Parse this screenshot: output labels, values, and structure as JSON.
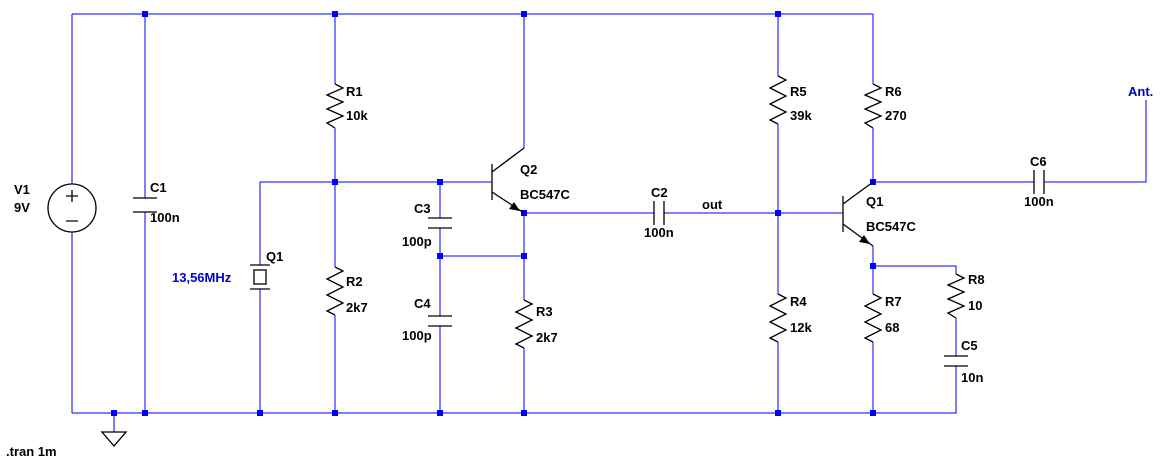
{
  "components": {
    "V1": {
      "name": "V1",
      "value": "9V"
    },
    "C1": {
      "name": "C1",
      "value": "100n"
    },
    "R1": {
      "name": "R1",
      "value": "10k"
    },
    "R2": {
      "name": "R2",
      "value": "2k7"
    },
    "X1": {
      "name": "Q1",
      "value": "13,56MHz"
    },
    "C3": {
      "name": "C3",
      "value": "100p"
    },
    "C4": {
      "name": "C4",
      "value": "100p"
    },
    "Q2": {
      "name": "Q2",
      "value": "BC547C"
    },
    "R3": {
      "name": "R3",
      "value": "2k7"
    },
    "C2": {
      "name": "C2",
      "value": "100n"
    },
    "R5": {
      "name": "R5",
      "value": "39k"
    },
    "R4": {
      "name": "R4",
      "value": "12k"
    },
    "Q1": {
      "name": "Q1",
      "value": "BC547C"
    },
    "R6": {
      "name": "R6",
      "value": "270"
    },
    "R7": {
      "name": "R7",
      "value": "68"
    },
    "R8": {
      "name": "R8",
      "value": "10"
    },
    "C5": {
      "name": "C5",
      "value": "10n"
    },
    "C6": {
      "name": "C6",
      "value": "100n"
    }
  },
  "net_labels": {
    "out": "out",
    "antenna": "Ant."
  },
  "directive": ".tran 1m"
}
